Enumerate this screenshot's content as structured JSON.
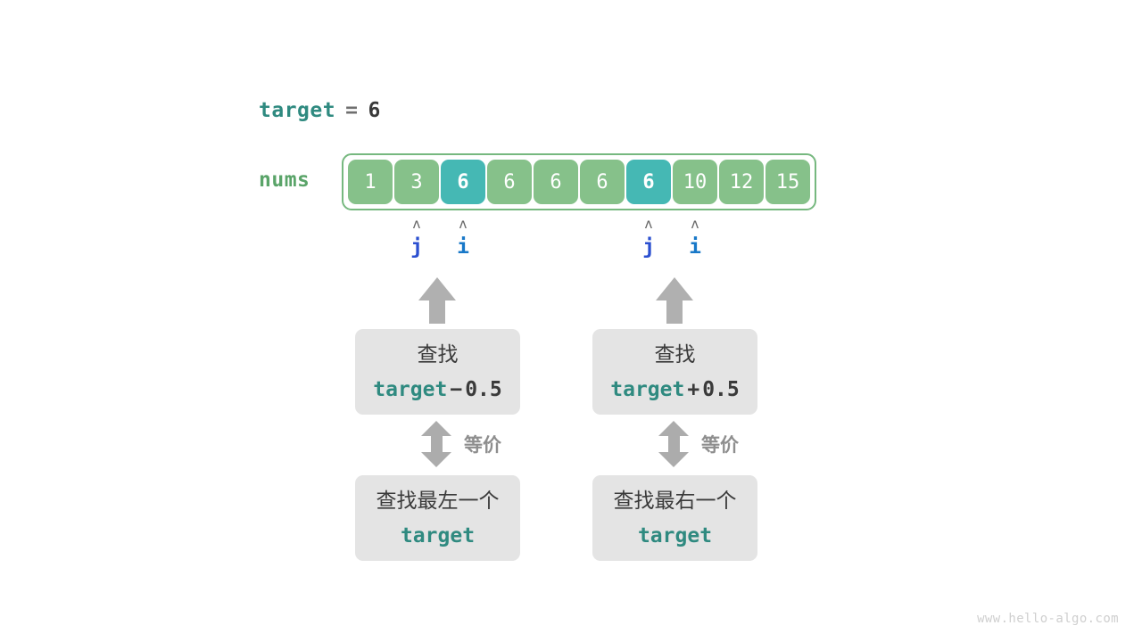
{
  "target_expr": {
    "name": "target",
    "operator": "=",
    "value": "6"
  },
  "array": {
    "label": "nums",
    "values": [
      "1",
      "3",
      "6",
      "6",
      "6",
      "6",
      "6",
      "10",
      "12",
      "15"
    ],
    "highlighted_indices": [
      2,
      6
    ],
    "border_color": "#76b87f",
    "cell_color": "#86c18a",
    "highlight_color": "#45b8b4"
  },
  "pointers": [
    {
      "caret": "ʌ",
      "name": "j",
      "index": 1,
      "color": "#2b4fd0"
    },
    {
      "caret": "ʌ",
      "name": "i",
      "index": 2,
      "color": "#1878c8"
    },
    {
      "caret": "ʌ",
      "name": "j",
      "index": 6,
      "color": "#2b4fd0"
    },
    {
      "caret": "ʌ",
      "name": "i",
      "index": 7,
      "color": "#1878c8"
    }
  ],
  "branches": [
    {
      "top_box": {
        "title": "查找",
        "code": {
          "target": "target",
          "operator": "−",
          "delta": "0.5"
        }
      },
      "equiv_label": "等价",
      "bottom_box": {
        "title": "查找最左一个",
        "code": {
          "target": "target"
        }
      }
    },
    {
      "top_box": {
        "title": "查找",
        "code": {
          "target": "target",
          "operator": "+",
          "delta": "0.5"
        }
      },
      "equiv_label": "等价",
      "bottom_box": {
        "title": "查找最右一个",
        "code": {
          "target": "target"
        }
      }
    }
  ],
  "watermark": "www.hello-algo.com"
}
